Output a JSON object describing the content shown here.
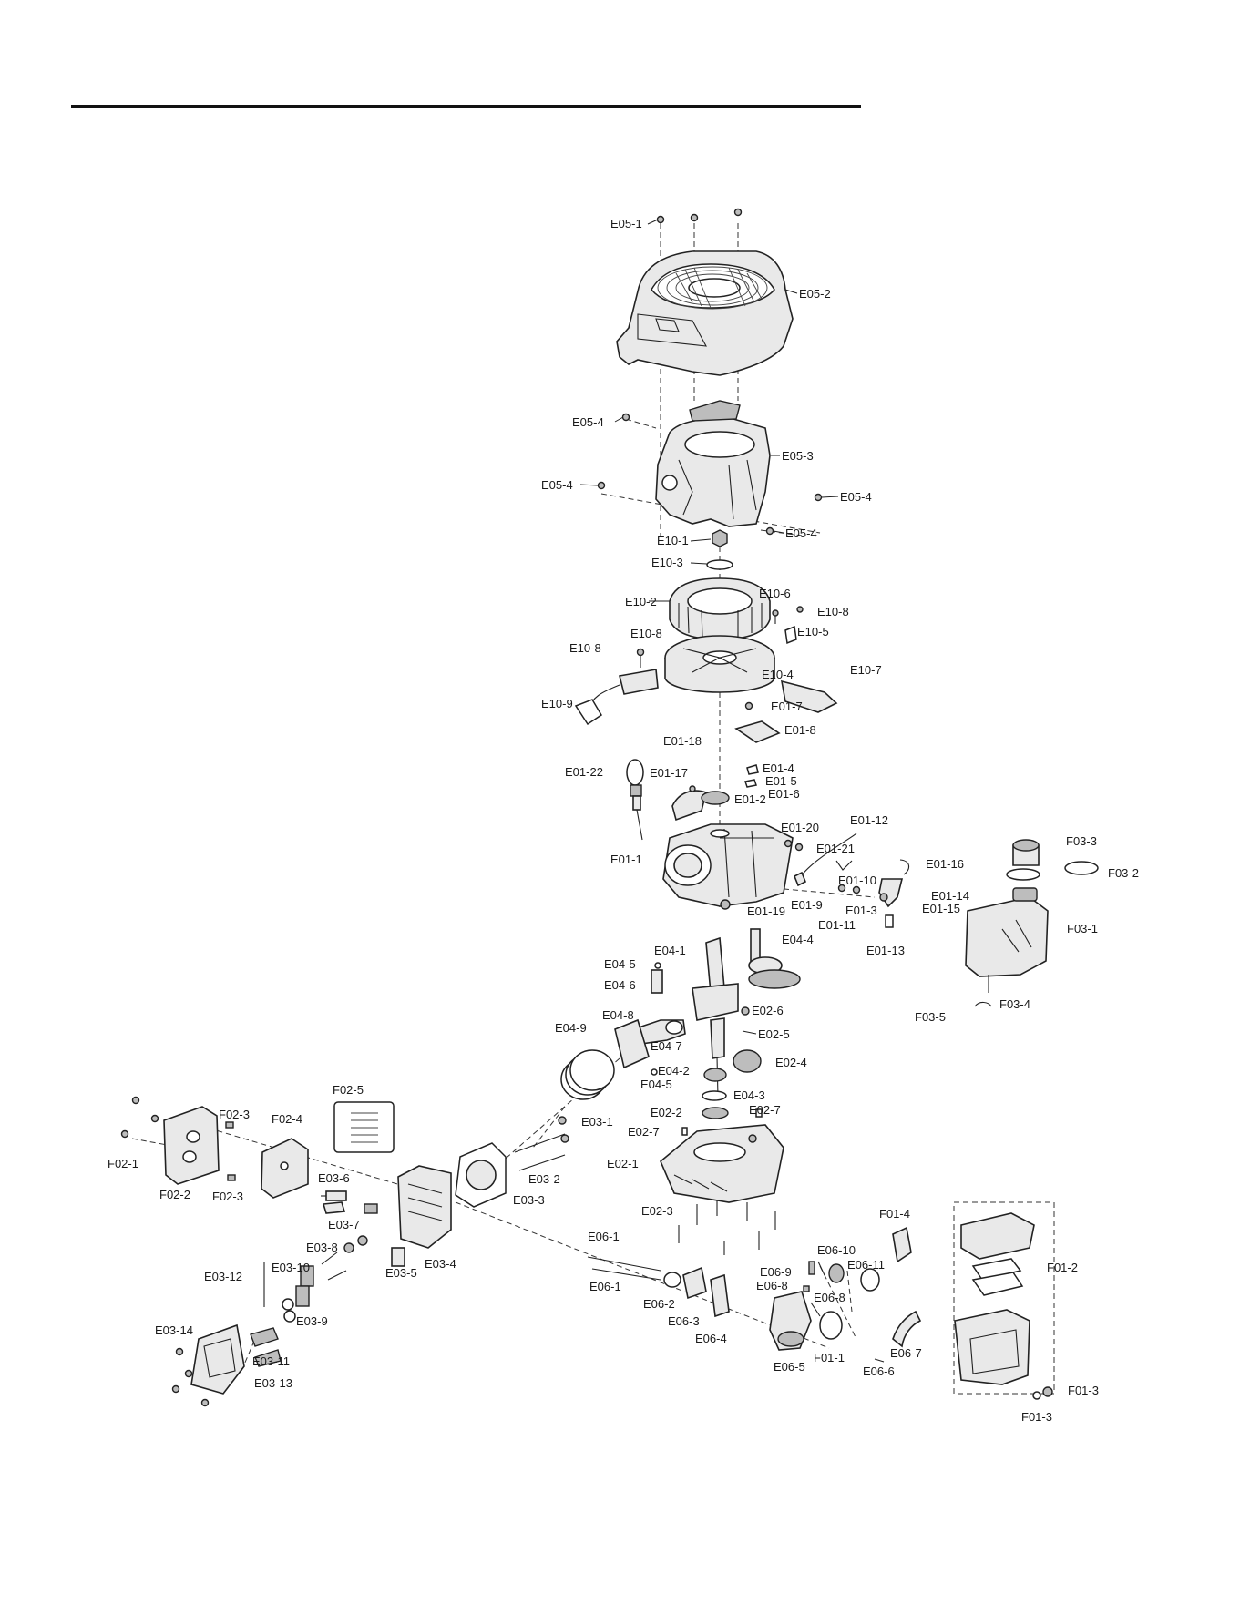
{
  "diagram": {
    "parts": [
      {
        "label": "E05-1"
      },
      {
        "label": "E05-2"
      },
      {
        "label": "E05-3"
      },
      {
        "label": "E05-4"
      },
      {
        "label": "E05-4"
      },
      {
        "label": "E05-4"
      },
      {
        "label": "E05-4"
      },
      {
        "label": "E10-1"
      },
      {
        "label": "E10-3"
      },
      {
        "label": "E10-2"
      },
      {
        "label": "E10-6"
      },
      {
        "label": "E10-8"
      },
      {
        "label": "E10-5"
      },
      {
        "label": "E10-8"
      },
      {
        "label": "E10-8"
      },
      {
        "label": "E10-4"
      },
      {
        "label": "E10-7"
      },
      {
        "label": "E10-9"
      },
      {
        "label": "E01-7"
      },
      {
        "label": "E01-8"
      },
      {
        "label": "E01-18"
      },
      {
        "label": "E01-4"
      },
      {
        "label": "E01-5"
      },
      {
        "label": "E01-6"
      },
      {
        "label": "E01-22"
      },
      {
        "label": "E01-17"
      },
      {
        "label": "E01-2"
      },
      {
        "label": "E01-20"
      },
      {
        "label": "E01-12"
      },
      {
        "label": "E01-21"
      },
      {
        "label": "E01-1"
      },
      {
        "label": "E01-16"
      },
      {
        "label": "E01-10"
      },
      {
        "label": "E01-14"
      },
      {
        "label": "E01-3"
      },
      {
        "label": "E01-15"
      },
      {
        "label": "E01-9"
      },
      {
        "label": "E01-19"
      },
      {
        "label": "E01-11"
      },
      {
        "label": "E01-13"
      },
      {
        "label": "F03-3"
      },
      {
        "label": "F03-2"
      },
      {
        "label": "F03-1"
      },
      {
        "label": "F03-4"
      },
      {
        "label": "F03-5"
      },
      {
        "label": "E04-1"
      },
      {
        "label": "E04-4"
      },
      {
        "label": "E04-5"
      },
      {
        "label": "E04-6"
      },
      {
        "label": "E04-8"
      },
      {
        "label": "E04-9"
      },
      {
        "label": "E02-6"
      },
      {
        "label": "E02-5"
      },
      {
        "label": "E04-7"
      },
      {
        "label": "E02-4"
      },
      {
        "label": "E04-2"
      },
      {
        "label": "E04-5"
      },
      {
        "label": "E04-3"
      },
      {
        "label": "E02-2"
      },
      {
        "label": "E02-7"
      },
      {
        "label": "E02-7"
      },
      {
        "label": "E02-1"
      },
      {
        "label": "E02-3"
      },
      {
        "label": "F02-5"
      },
      {
        "label": "F02-3"
      },
      {
        "label": "F02-4"
      },
      {
        "label": "F02-1"
      },
      {
        "label": "F02-2"
      },
      {
        "label": "F02-3"
      },
      {
        "label": "E03-1"
      },
      {
        "label": "E03-2"
      },
      {
        "label": "E03-3"
      },
      {
        "label": "E03-6"
      },
      {
        "label": "E03-7"
      },
      {
        "label": "E03-8"
      },
      {
        "label": "E03-10"
      },
      {
        "label": "E03-12"
      },
      {
        "label": "E03-9"
      },
      {
        "label": "E03-5"
      },
      {
        "label": "E03-4"
      },
      {
        "label": "E03-14"
      },
      {
        "label": "E03-11"
      },
      {
        "label": "E03-13"
      },
      {
        "label": "E06-1"
      },
      {
        "label": "E06-1"
      },
      {
        "label": "E06-2"
      },
      {
        "label": "E06-3"
      },
      {
        "label": "E06-4"
      },
      {
        "label": "E06-9"
      },
      {
        "label": "E06-10"
      },
      {
        "label": "E06-11"
      },
      {
        "label": "E06-8"
      },
      {
        "label": "E06-8"
      },
      {
        "label": "E06-5"
      },
      {
        "label": "F01-1"
      },
      {
        "label": "E06-6"
      },
      {
        "label": "E06-7"
      },
      {
        "label": "F01-4"
      },
      {
        "label": "F01-2"
      },
      {
        "label": "F01-3"
      },
      {
        "label": "F01-3"
      }
    ]
  },
  "colors": {
    "ink": "#1a1a1a",
    "part_fill": "#e9e9e9",
    "dark_fill": "#bdbdbd",
    "background": "#ffffff"
  }
}
